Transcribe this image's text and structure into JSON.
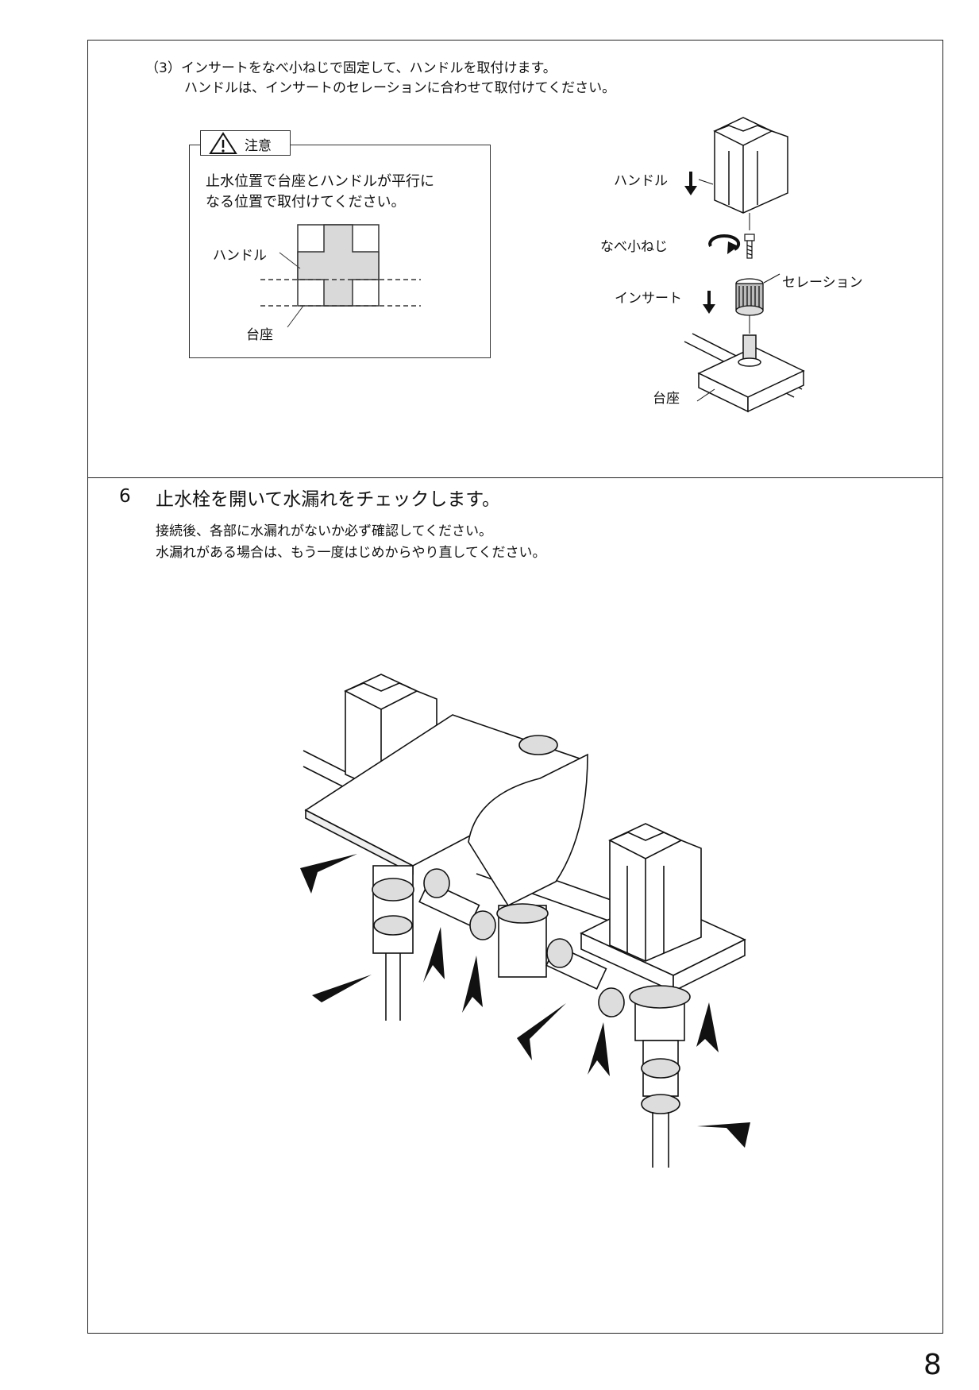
{
  "step3": {
    "line1": "（3）インサートをなべ小ねじで固定して、ハンドルを取付けます。",
    "line2": "ハンドルは、インサートのセレーションに合わせて取付けてください。"
  },
  "caution": {
    "title": "注意",
    "text1": "止水位置で台座とハンドルが平行に",
    "text2": "なる位置で取付けてください。",
    "label_handle": "ハンドル",
    "label_base": "台座"
  },
  "exploded": {
    "label_handle": "ハンドル",
    "label_screw": "なべ小ねじ",
    "label_serration": "セレーション",
    "label_insert": "インサート",
    "label_base": "台座"
  },
  "step6": {
    "number": "6",
    "title": "止水栓を開いて水漏れをチェックします。",
    "body1": "接続後、各部に水漏れがないか必ず確認してください。",
    "body2": "水漏れがある場合は、もう一度はじめからやり直してください。"
  },
  "page_number": "8",
  "icons": [
    "warning-icon",
    "down-arrow-icon",
    "rotate-icon",
    "leak-check-arrow-icon"
  ]
}
